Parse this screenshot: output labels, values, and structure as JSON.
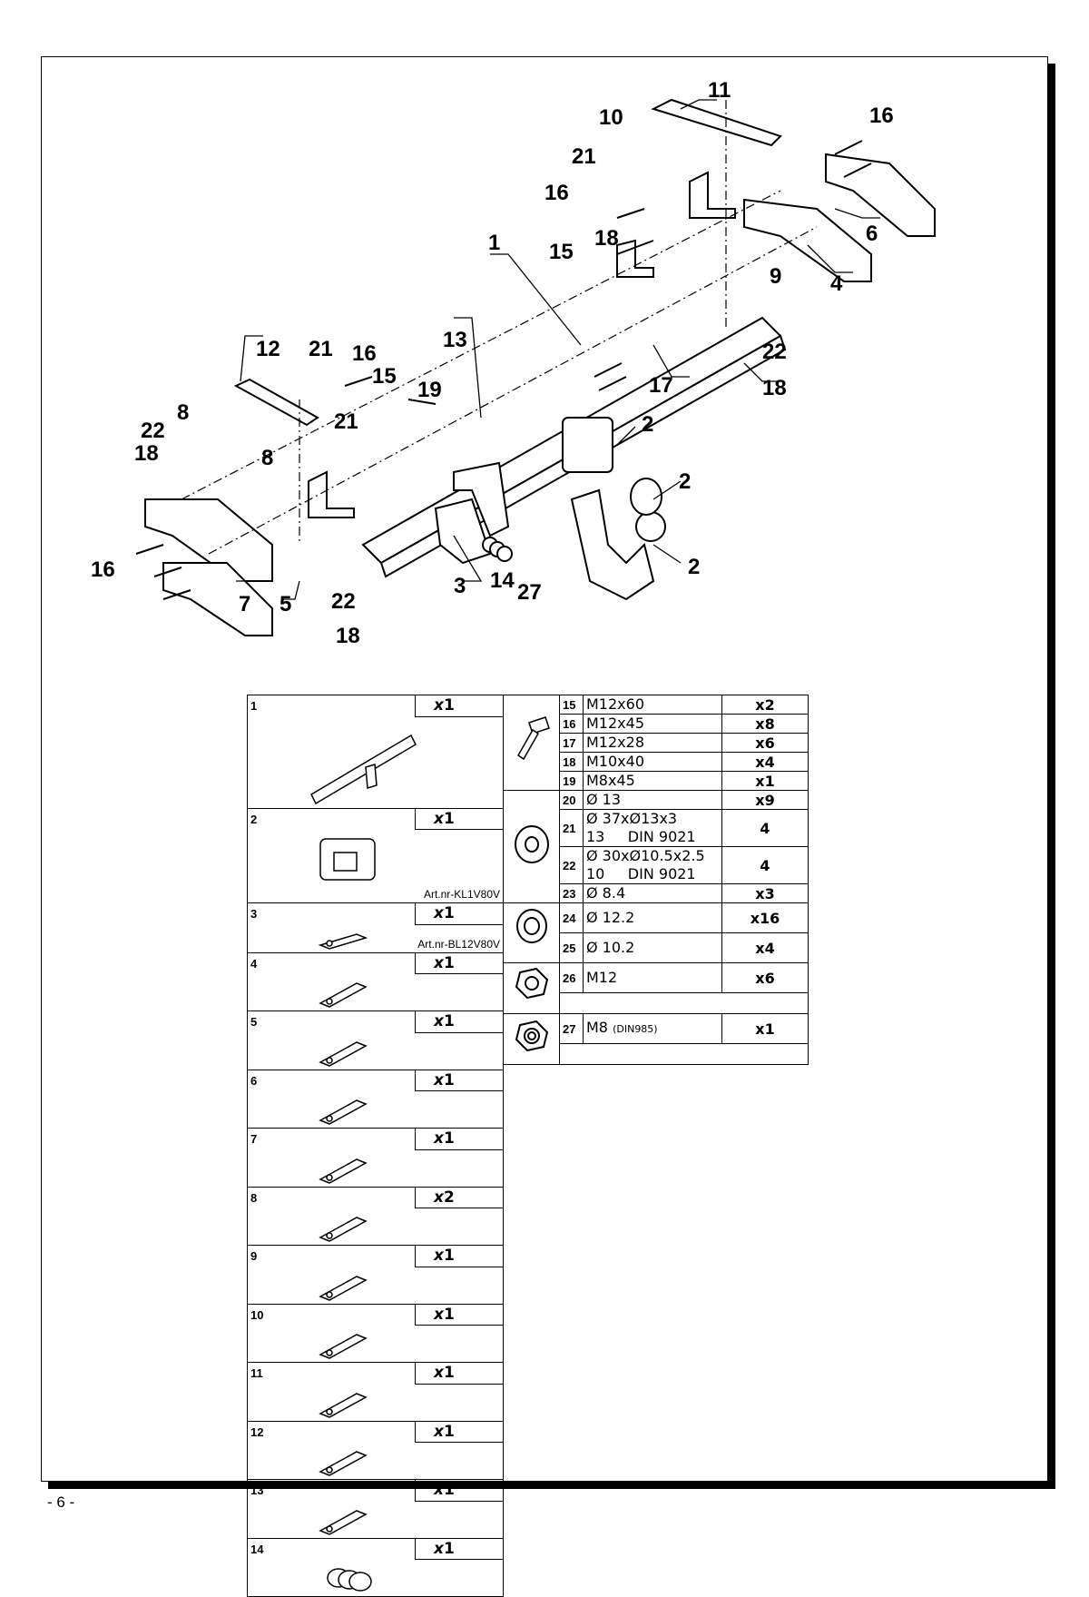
{
  "page_number": "- 6 -",
  "callouts": [
    "1",
    "2",
    "2",
    "2",
    "3",
    "4",
    "5",
    "6",
    "7",
    "8",
    "8",
    "9",
    "10",
    "11",
    "12",
    "13",
    "14",
    "15",
    "15",
    "16",
    "16",
    "16",
    "16",
    "17",
    "18",
    "18",
    "18",
    "18",
    "19",
    "21",
    "21",
    "21",
    "22",
    "22",
    "22",
    "27"
  ],
  "left_table": [
    {
      "n": "1",
      "q": "1",
      "art": ""
    },
    {
      "n": "2",
      "q": "1",
      "art": "Art.nr-KL1V80V"
    },
    {
      "n": "3",
      "q": "1",
      "art": "Art.nr-BL12V80V"
    },
    {
      "n": "4",
      "q": "1",
      "art": ""
    },
    {
      "n": "5",
      "q": "1",
      "art": ""
    },
    {
      "n": "6",
      "q": "1",
      "art": ""
    },
    {
      "n": "7",
      "q": "1",
      "art": ""
    },
    {
      "n": "8",
      "q": "2",
      "art": ""
    },
    {
      "n": "9",
      "q": "1",
      "art": ""
    },
    {
      "n": "10",
      "q": "1",
      "art": ""
    },
    {
      "n": "11",
      "q": "1",
      "art": ""
    },
    {
      "n": "12",
      "q": "1",
      "art": ""
    },
    {
      "n": "13",
      "q": "1",
      "art": ""
    },
    {
      "n": "14",
      "q": "1",
      "art": ""
    }
  ],
  "qty_prefix": "x",
  "right_table": [
    {
      "n": "15",
      "spec": "M12x60",
      "q": "x2"
    },
    {
      "n": "16",
      "spec": "M12x45",
      "q": "x8"
    },
    {
      "n": "17",
      "spec": "M12x28",
      "q": "x6"
    },
    {
      "n": "18",
      "spec": "M10x40",
      "q": "x4"
    },
    {
      "n": "19",
      "spec": "M8x45",
      "q": "x1"
    },
    {
      "n": "20",
      "spec": "Ø 13",
      "q": "x9"
    },
    {
      "n": "21",
      "spec": "Ø 37xØ13x3",
      "spec2": "13     DIN 9021",
      "q": "4"
    },
    {
      "n": "22",
      "spec": "Ø 30xØ10.5x2.5",
      "spec2": "10     DIN 9021",
      "q": "4"
    },
    {
      "n": "23",
      "spec": "Ø 8.4",
      "q": "x3"
    },
    {
      "n": "24",
      "spec": "Ø 12.2",
      "q": "x16"
    },
    {
      "n": "25",
      "spec": "Ø 10.2",
      "q": "x4"
    },
    {
      "n": "26",
      "spec": "M12",
      "q": "x6"
    },
    {
      "n": "27",
      "spec": "M8",
      "spec_small": "(DIN985)",
      "q": "x1"
    }
  ]
}
